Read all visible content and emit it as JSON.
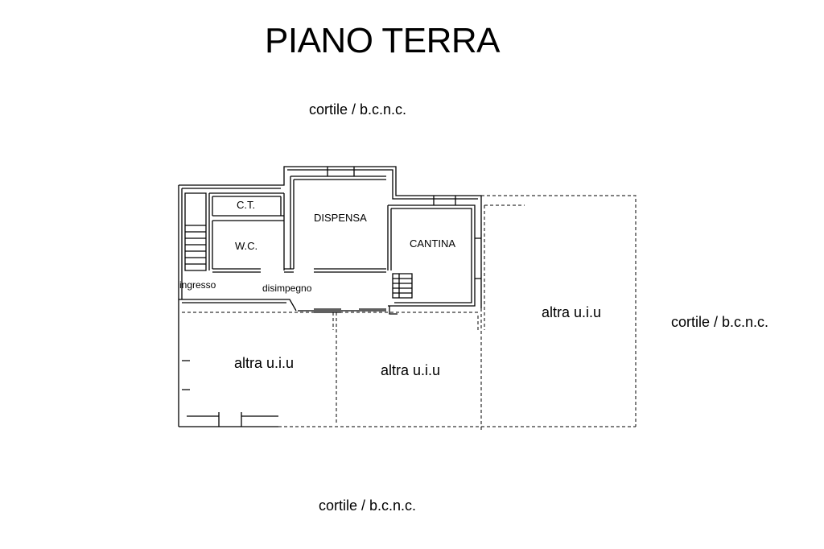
{
  "title": "PIANO TERRA",
  "courtyards": {
    "top": "cortile / b.c.n.c.",
    "right": "cortile / b.c.n.c.",
    "bottom": "cortile / b.c.n.c."
  },
  "rooms": {
    "ct": "C.T.",
    "wc": "W.C.",
    "dispensa": "DISPENSA",
    "cantina": "CANTINA",
    "ingresso": "ingresso",
    "disimpegno": "disimpegno"
  },
  "other_units": {
    "left": "altra u.i.u",
    "middle": "altra u.i.u",
    "right": "altra u.i.u"
  },
  "colors": {
    "line": "#000000",
    "background": "#ffffff"
  }
}
